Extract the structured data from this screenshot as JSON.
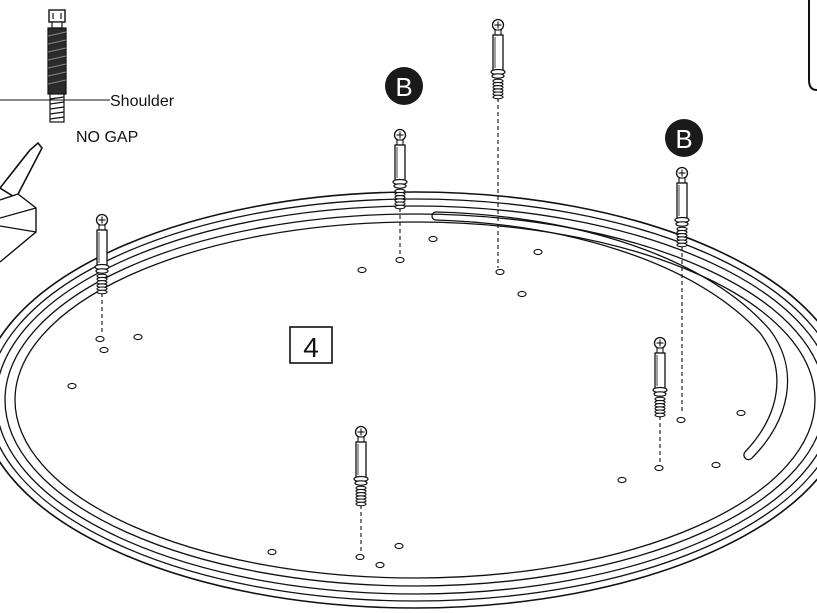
{
  "figure": {
    "step_number": "4",
    "part_badges": [
      {
        "letter": "B"
      },
      {
        "letter": "B"
      }
    ],
    "detail": {
      "shoulder_label": "Shoulder",
      "no_gap_label": "NO GAP"
    },
    "colors": {
      "ink": "#111111",
      "badge_fill": "#1a1a1a",
      "paper": "#ffffff"
    },
    "icons": [
      "cam-bolt-icon",
      "screwdriver-icon",
      "step-number-box"
    ]
  }
}
